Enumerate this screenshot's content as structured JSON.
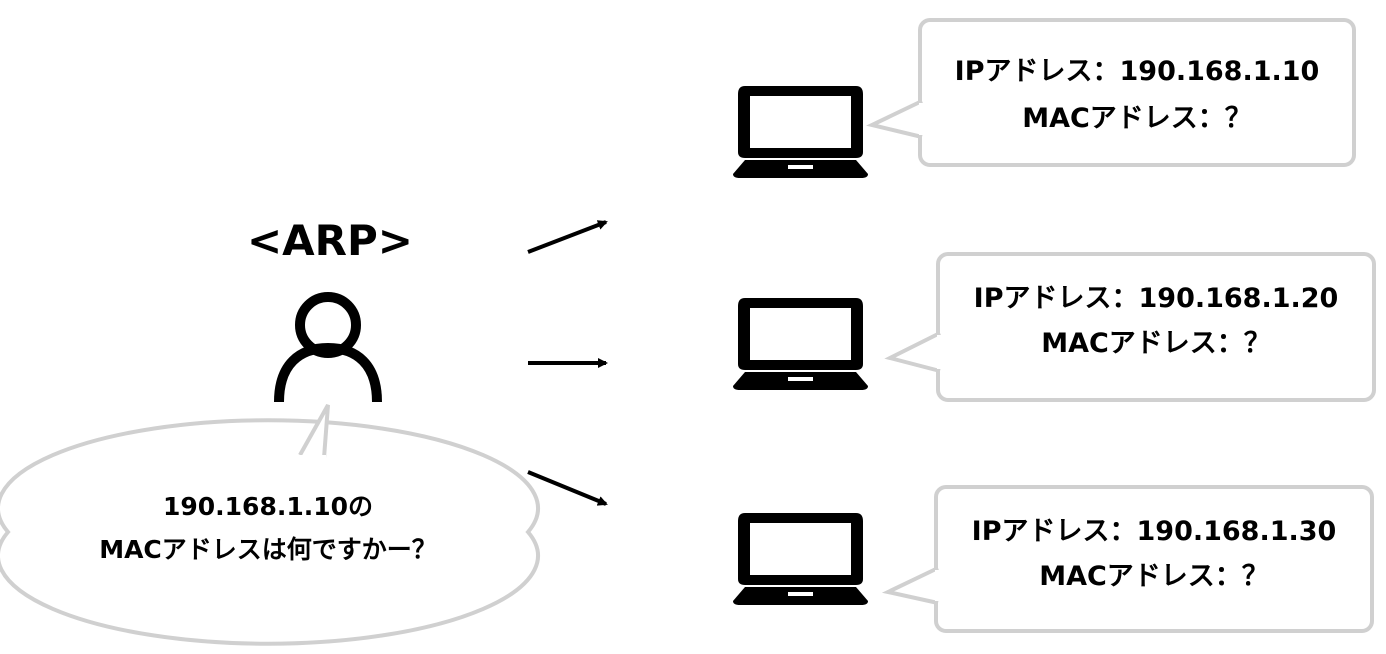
{
  "title": "<ARP>",
  "requester": {
    "icon": "person-icon",
    "question": {
      "line1": "190.168.1.10の",
      "line2": "MACアドレスは何ですかー？"
    }
  },
  "hosts": [
    {
      "icon": "laptop-icon",
      "ip_line": "IPアドレス：190.168.1.10",
      "mac_line": "MACアドレス：？"
    },
    {
      "icon": "laptop-icon",
      "ip_line": "IPアドレス：190.168.1.20",
      "mac_line": "MACアドレス：？"
    },
    {
      "icon": "laptop-icon",
      "ip_line": "IPアドレス：190.168.1.30",
      "mac_line": "MACアドレス：？"
    }
  ],
  "colors": {
    "ink": "#000000",
    "bubble_border": "#d0d0d0",
    "background": "#ffffff"
  }
}
